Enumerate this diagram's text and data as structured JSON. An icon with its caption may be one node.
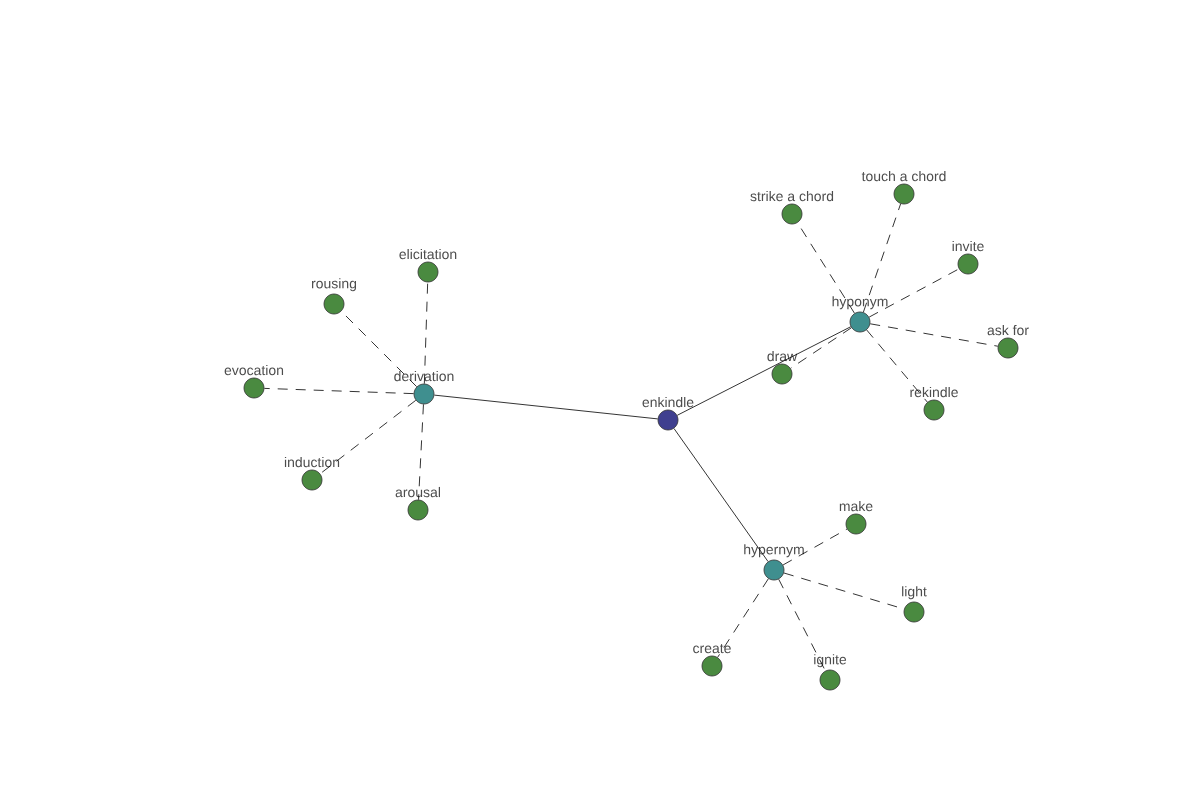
{
  "diagram": {
    "nodes": [
      {
        "text": [
          "enkindle"
        ]
      },
      {
        "text": [
          "derivation"
        ]
      },
      {
        "text": [
          "hyponym"
        ]
      },
      {
        "text": [
          "hypernym"
        ]
      },
      {
        "text": [
          "elicitation"
        ]
      },
      {
        "text": [
          "rousing"
        ]
      },
      {
        "text": [
          "evocation"
        ]
      },
      {
        "text": [
          "induction"
        ]
      },
      {
        "text": [
          "arousal"
        ]
      },
      {
        "text": [
          "strike a chord"
        ]
      },
      {
        "text": [
          "touch a chord"
        ]
      },
      {
        "text": [
          "invite"
        ]
      },
      {
        "text": [
          "ask for"
        ]
      },
      {
        "text": [
          "rekindle"
        ]
      },
      {
        "text": [
          "draw"
        ]
      },
      {
        "text": [
          "make"
        ]
      },
      {
        "text": [
          "light"
        ]
      },
      {
        "text": [
          "ignite"
        ]
      },
      {
        "text": [
          "create"
        ]
      }
    ],
    "edges": [
      {
        "from": 0,
        "to": 1,
        "arrow": "none"
      },
      {
        "from": 0,
        "to": 2,
        "arrow": "none"
      },
      {
        "from": 0,
        "to": 3,
        "arrow": "none"
      },
      {
        "from": 1,
        "to": 4,
        "arrow": "none",
        "style": "dashed"
      },
      {
        "from": 1,
        "to": 5,
        "arrow": "none",
        "style": "dashed"
      },
      {
        "from": 1,
        "to": 6,
        "arrow": "none",
        "style": "dashed"
      },
      {
        "from": 1,
        "to": 7,
        "arrow": "none",
        "style": "dashed"
      },
      {
        "from": 1,
        "to": 8,
        "arrow": "none",
        "style": "dashed"
      },
      {
        "from": 2,
        "to": 9,
        "arrow": "none",
        "style": "dashed"
      },
      {
        "from": 2,
        "to": 10,
        "arrow": "none",
        "style": "dashed"
      },
      {
        "from": 2,
        "to": 11,
        "arrow": "none",
        "style": "dashed"
      },
      {
        "from": 2,
        "to": 12,
        "arrow": "none",
        "style": "dashed"
      },
      {
        "from": 2,
        "to": 13,
        "arrow": "none",
        "style": "dashed"
      },
      {
        "from": 2,
        "to": 14,
        "arrow": "none",
        "style": "dashed"
      },
      {
        "from": 3,
        "to": 15,
        "arrow": "none",
        "style": "dashed"
      },
      {
        "from": 3,
        "to": 16,
        "arrow": "none",
        "style": "dashed"
      },
      {
        "from": 3,
        "to": 17,
        "arrow": "none",
        "style": "dashed"
      },
      {
        "from": 3,
        "to": 18,
        "arrow": "none",
        "style": "dashed"
      }
    ]
  }
}
